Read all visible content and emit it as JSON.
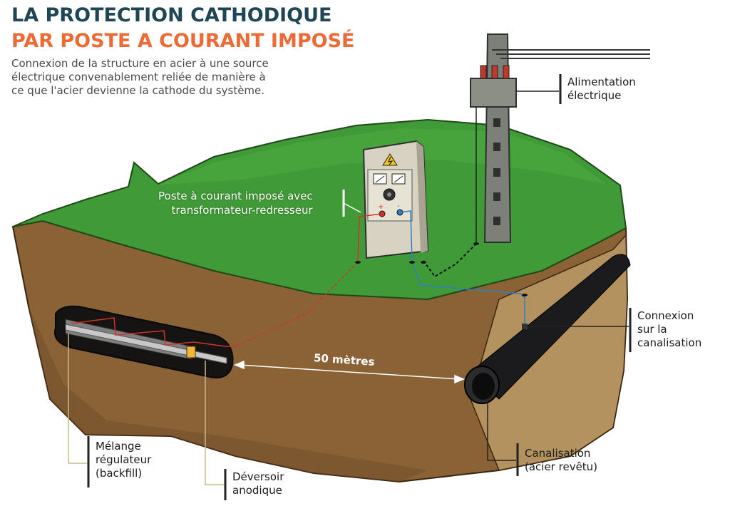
{
  "title": {
    "line1": "LA PROTECTION CATHODIQUE",
    "line2": "PAR POSTE A COURANT IMPOSÉ"
  },
  "description": {
    "line1": "Connexion de la structure en acier à une source",
    "line2": "électrique convenablement reliée de manière à",
    "line3": "ce que l'acier devienne la cathode du système."
  },
  "labels": {
    "alimentation": {
      "line1": "Alimentation",
      "line2": "électrique"
    },
    "poste": {
      "line1": "Poste à courant imposé avec",
      "line2": "transformateur-redresseur"
    },
    "connexion": {
      "line1": "Connexion",
      "line2": "sur la",
      "line3": "canalisation"
    },
    "distance": "50 mètres",
    "canalisation": {
      "line1": "Canalisation",
      "line2": "(acier revêtu)"
    },
    "melange": {
      "line1": "Mélange",
      "line2": "régulateur",
      "line3": "(backfill)"
    },
    "deversoir": {
      "line1": "Déversoir",
      "line2": "anodique"
    }
  },
  "colors": {
    "title_dark": "#1f4656",
    "title_accent": "#ec6a35",
    "grass": "#3f9a37",
    "soil": "#8a6236",
    "soil_dark": "#5a3a1c",
    "cable_positive": "#d2322b",
    "cable_negative": "#2f7fc1"
  },
  "icons": [
    "high-voltage-warning-icon",
    "meter-icon",
    "dial-knob-icon"
  ]
}
